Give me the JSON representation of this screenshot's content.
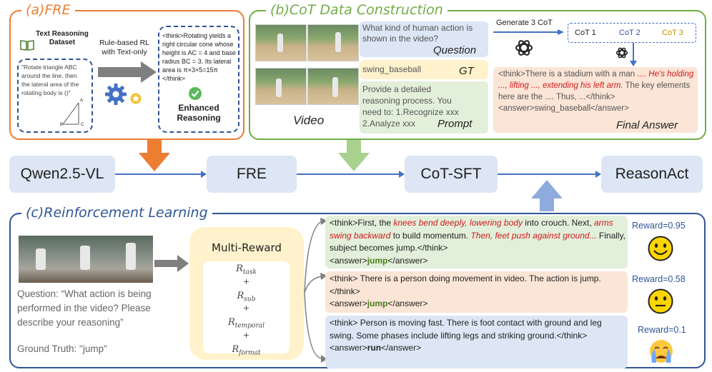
{
  "colors": {
    "fre": "#ed7d31",
    "cot": "#70ad47",
    "rl": "#2f5597",
    "stage": "#dce6f4",
    "red": "#d0191b",
    "green_answer": "#4a7c1b"
  },
  "fre": {
    "title": "(a)FRE",
    "dataset_label": "Text Reasoning Dataset",
    "example_text": "\"Rotate triangle ABC around the line, then the lateral area of the rotating body is ()\"",
    "rl_label": "Rule-based RL with Text-only",
    "think_text": "<think>Rotating yields a right circular cone whose height is AC = 4 and base radius BC = 3. Its lateral area is π×3×5=15π </think>",
    "result_label": "Enhanced Reasoning",
    "tri_labels": [
      "A",
      "B",
      "C"
    ]
  },
  "cot": {
    "title": "(b)CoT Data Construction",
    "question_text": "What kind of human action is shown in the video?",
    "question_tag": "Question",
    "gt_value": "swing_baseball",
    "gt_tag": "GT",
    "prompt_text": "Provide a detailed reasoning process. You need to: 1.Recognize xxx 2.Analyze xxx",
    "prompt_tag": "Prompt",
    "video_tag": "Video",
    "generate_label": "Generate 3 CoT",
    "cot_items": [
      "CoT 1",
      "CoT 2",
      "CoT 3"
    ],
    "cot_colors": [
      "#222222",
      "#2f5597",
      "#bf8f00"
    ],
    "final_pre": "<think>There is a stadium with a man ",
    "final_red": ".... He's holding ..., lifting ..., extending his left arm.",
    "final_post": " The key elements here are the .... Thus, ...</think> <answer>swing_baseball</answer>",
    "final_tag": "Final Answer"
  },
  "pipeline": {
    "stages": [
      "Qwen2.5-VL",
      "FRE",
      "CoT-SFT",
      "ReasonAct"
    ]
  },
  "rl": {
    "title": "(c)Reinforcement Learning",
    "question_text": "Question: “What action is being performed in the video? Please describe your reasoning”",
    "ground_truth": "Ground Truth: \"jump\"",
    "multi_reward_title": "Multi-Reward",
    "reward_terms": [
      "R",
      "task",
      "+",
      "R",
      "sub",
      "+",
      "R",
      "temporal",
      "+",
      "R",
      "format"
    ],
    "responses": [
      {
        "p1": "<think>First, the ",
        "r1": "knees bend deeply, lowering body",
        "p2": " into crouch. Next, ",
        "r2": "arms swing backward",
        "p3": " to build momentum. ",
        "r3": "Then, feet push against ground...",
        "p4": " Finally, subject becomes jump.</think>",
        "a_open": "<answer>",
        "a_val": "jump",
        "a_close": "</answer>",
        "reward": "Reward=0.95",
        "bg": "#e2efda"
      },
      {
        "p1": "<think> There is a person doing movement in video.  The action is jump.</think>",
        "a_open": "<answer>",
        "a_val": "jump",
        "a_close": "</answer>",
        "reward": "Reward=0.58",
        "bg": "#fbe5d6"
      },
      {
        "p1": "<think> Person is moving fast. There is foot contact with ground and leg swing. Some phases include lifting legs and striking ground.</think>",
        "a_open": "<answer>",
        "a_val": "run",
        "a_close": "</answer>",
        "reward": "Reward=0.1",
        "bg": "#dce6f4"
      }
    ]
  }
}
